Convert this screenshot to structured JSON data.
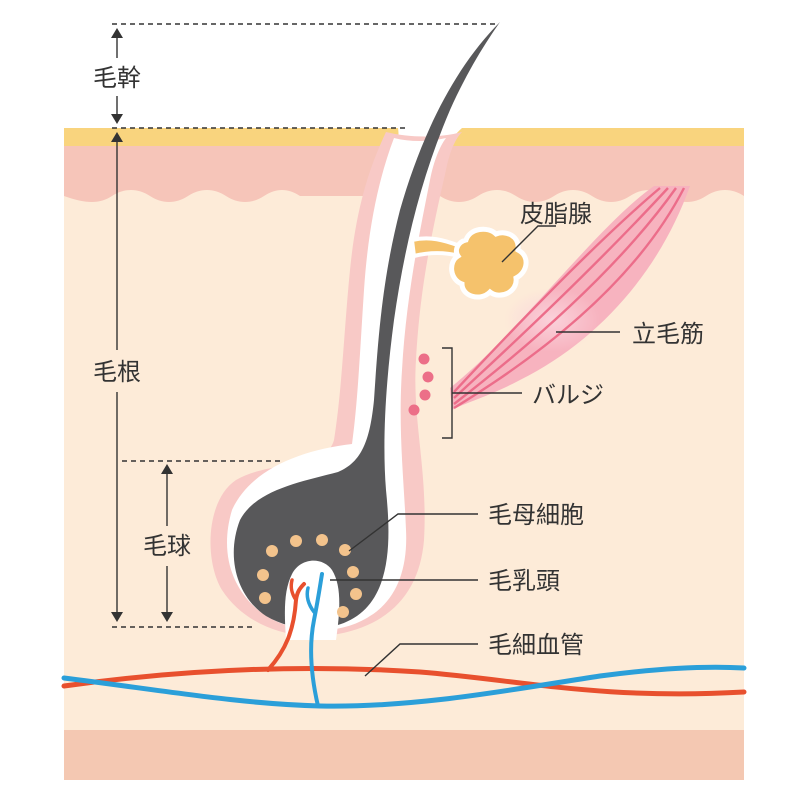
{
  "labels": {
    "hair_shaft": "毛幹",
    "hair_root": "毛根",
    "hair_bulb": "毛球",
    "sebaceous_gland": "皮脂腺",
    "arrector_pili": "立毛筋",
    "bulge": "バルジ",
    "matrix_cells": "毛母細胞",
    "dermal_papilla": "毛乳頭",
    "capillary": "毛細血管"
  },
  "colors": {
    "background": "#ffffff",
    "epidermis_top": "#f9d47e",
    "epidermis": "#f6c5b9",
    "dermis": "#fdebd8",
    "subcutis": "#f4c8b2",
    "follicle_sheath": "#f8c9c6",
    "hair": "#58585a",
    "sebaceous_gland": "#f5c26c",
    "muscle": "#ef8aa0",
    "bulge_dots": "#ec6f88",
    "matrix_dots": "#f3c38c",
    "artery": "#e8502e",
    "vein": "#2b9fd9",
    "text": "#333333"
  }
}
